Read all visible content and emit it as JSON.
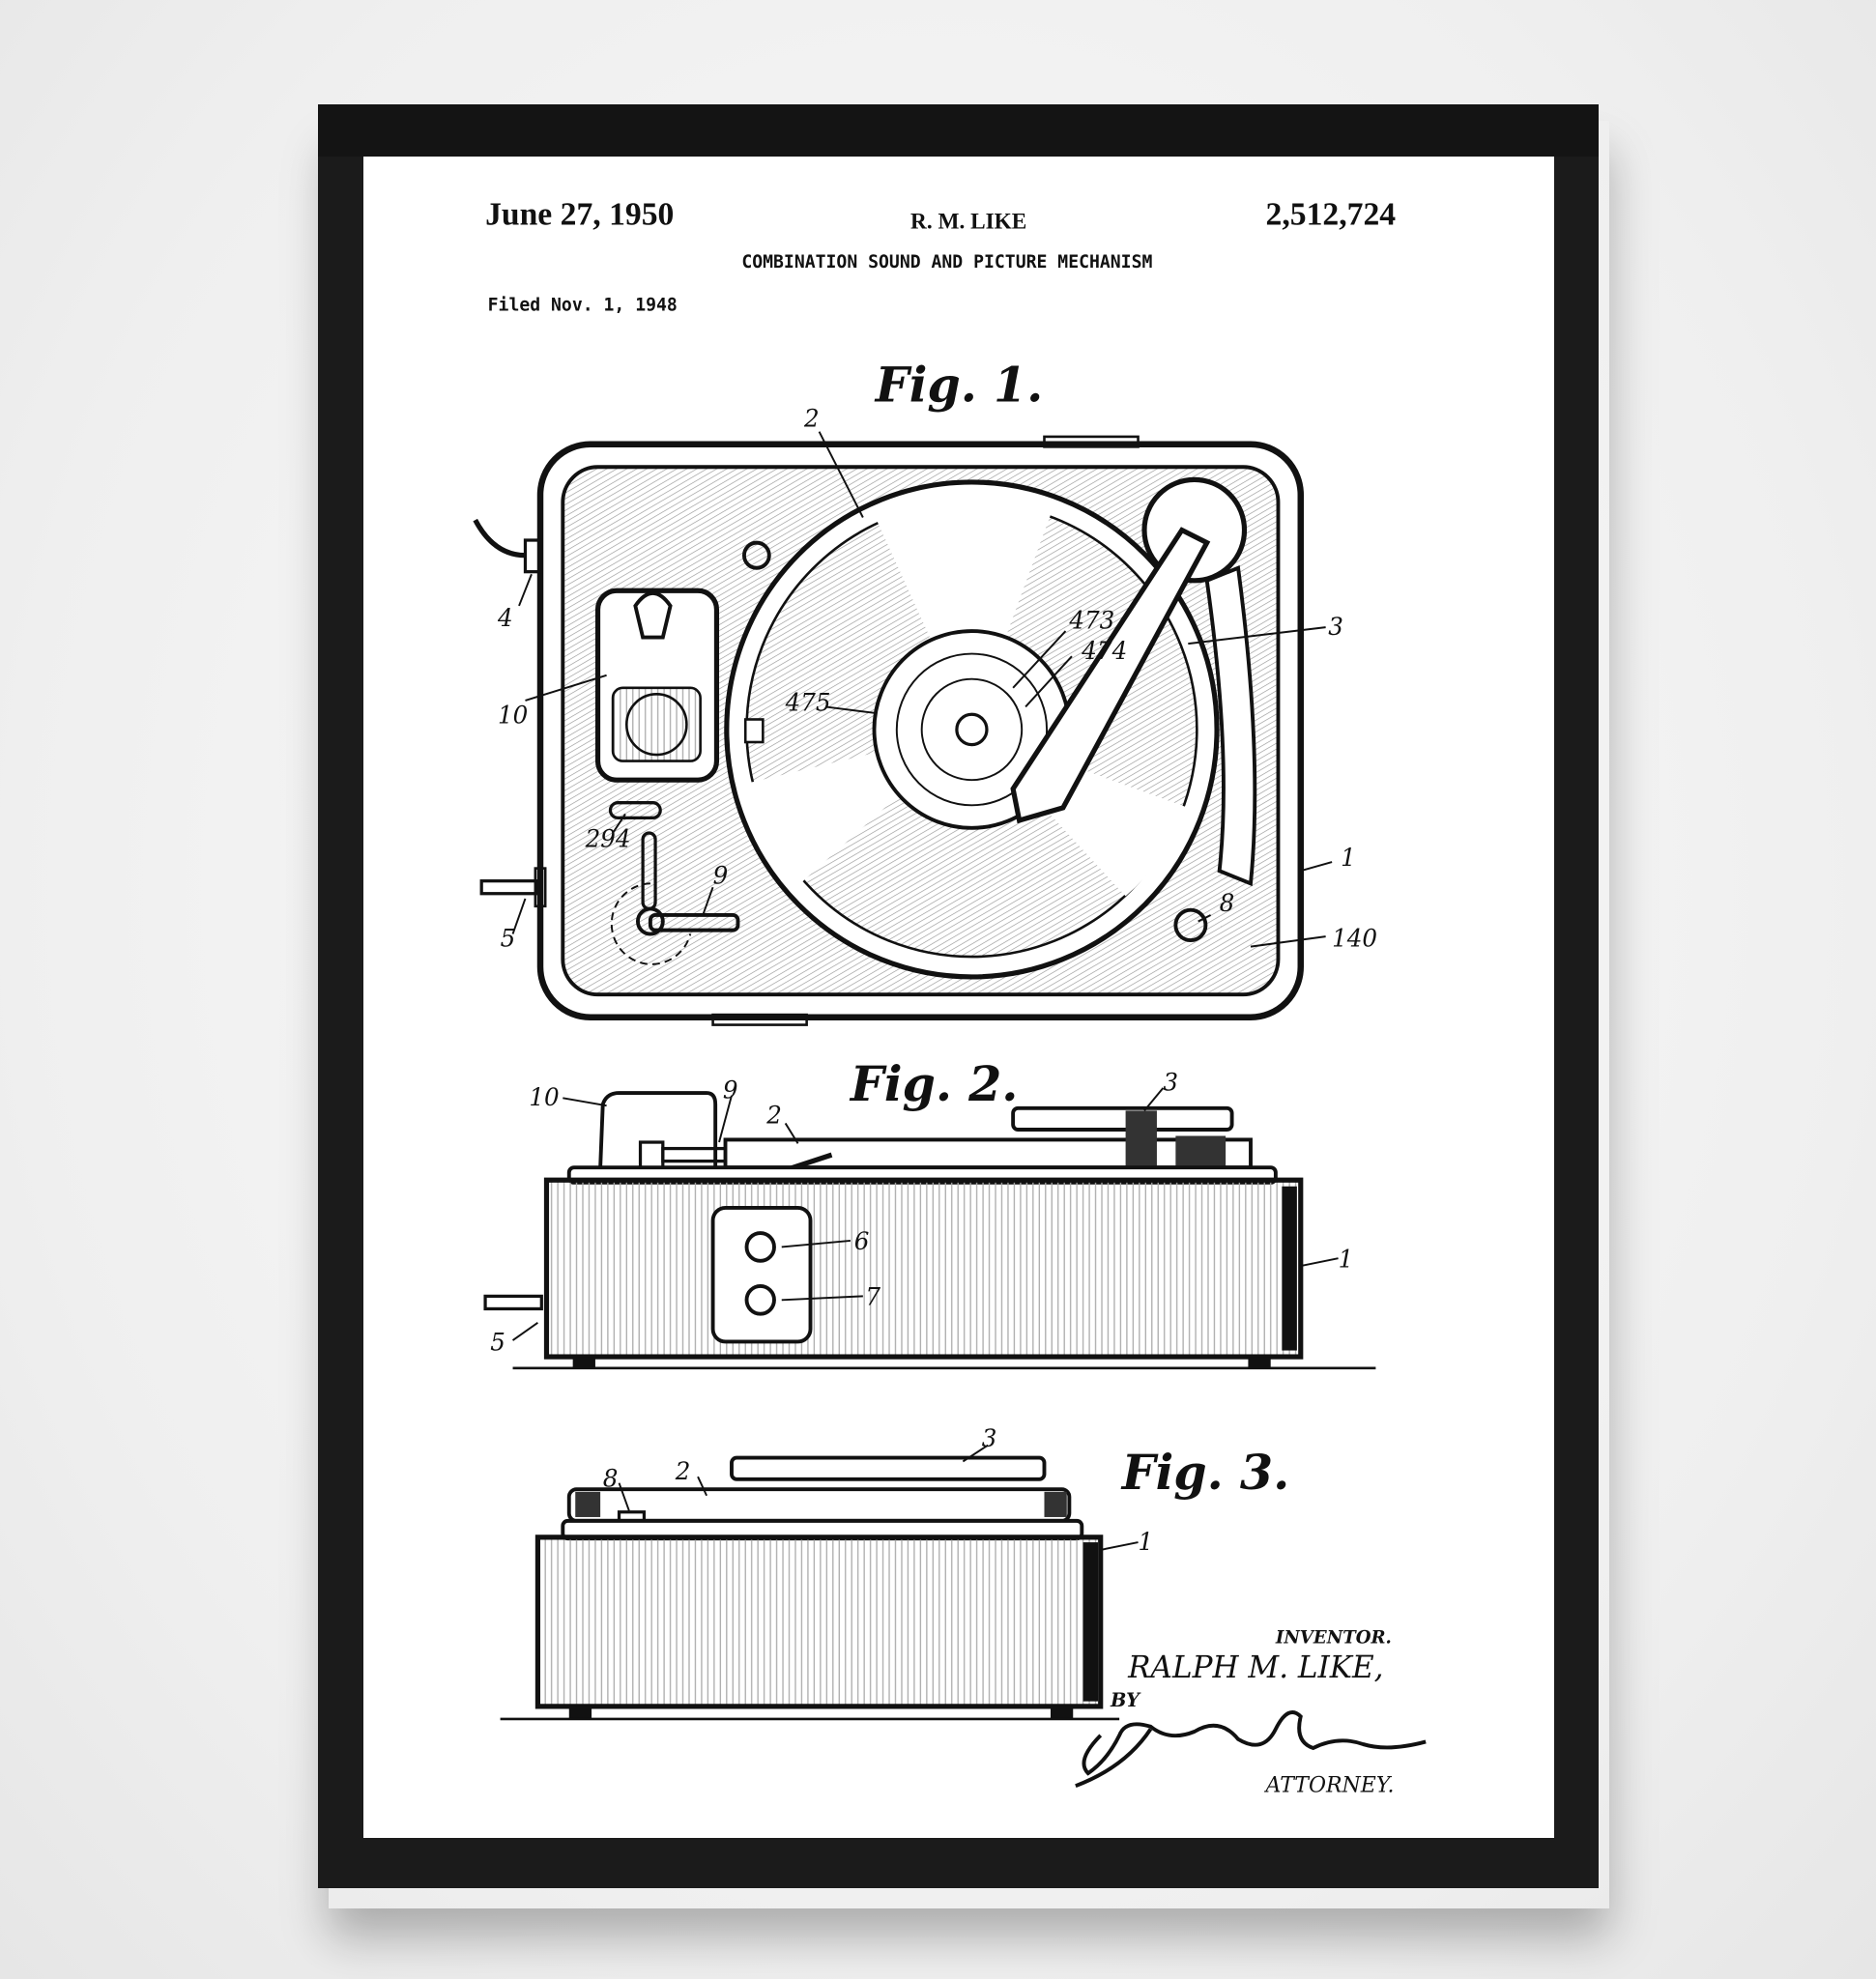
{
  "header": {
    "date": "June 27, 1950",
    "inventor_short": "R. M. LIKE",
    "patent_number": "2,512,724",
    "title": "COMBINATION SOUND AND PICTURE MECHANISM",
    "filed": "Filed Nov. 1, 1948"
  },
  "figures": [
    {
      "label": "Fig. 1.",
      "refs": [
        "2",
        "4",
        "10",
        "294",
        "5",
        "9",
        "473",
        "474",
        "475",
        "3",
        "1",
        "8",
        "140"
      ]
    },
    {
      "label": "Fig. 2.",
      "refs": [
        "10",
        "9",
        "2",
        "3",
        "6",
        "7",
        "5",
        "1"
      ]
    },
    {
      "label": "Fig. 3.",
      "refs": [
        "8",
        "2",
        "3",
        "1"
      ]
    }
  ],
  "signature_block": {
    "inventor_heading": "INVENTOR.",
    "inventor_name": "RALPH M. LIKE,",
    "by": "BY",
    "attorney": "ATTORNEY."
  },
  "colors": {
    "frame": "#1b1b1b",
    "paper": "#ffffff",
    "ink": "#111111"
  }
}
